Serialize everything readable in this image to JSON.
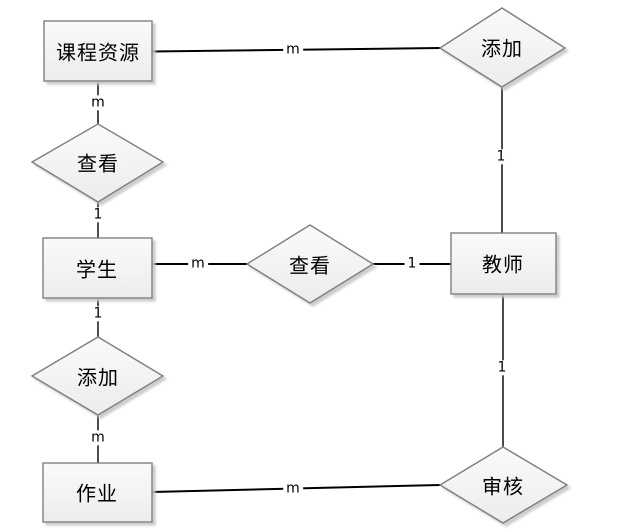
{
  "colors": {
    "background": "#ffffff",
    "shape_fill_top": "#fafafa",
    "shape_fill_bottom": "#ececec",
    "shape_border": "#7f7f7f",
    "connector": "#000000",
    "shadow": "#c8c8c8",
    "text": "#000000"
  },
  "entities": [
    {
      "id": "course-resource",
      "label": "课程资源"
    },
    {
      "id": "student",
      "label": "学生"
    },
    {
      "id": "teacher",
      "label": "教师"
    },
    {
      "id": "homework",
      "label": "作业"
    }
  ],
  "relationships": [
    {
      "id": "add-course",
      "label": "添加"
    },
    {
      "id": "view-course",
      "label": "查看"
    },
    {
      "id": "view-student-teacher",
      "label": "查看"
    },
    {
      "id": "add-homework",
      "label": "添加"
    },
    {
      "id": "review-homework",
      "label": "审核"
    }
  ],
  "cardinalities": [
    {
      "edge": "course-to-add",
      "label": "m"
    },
    {
      "edge": "course-to-view",
      "label": "m"
    },
    {
      "edge": "view-to-student",
      "label": "1"
    },
    {
      "edge": "student-to-view",
      "label": "m"
    },
    {
      "edge": "view-to-teacher",
      "label": "1"
    },
    {
      "edge": "add-to-teacher",
      "label": "1"
    },
    {
      "edge": "teacher-to-review",
      "label": "1"
    },
    {
      "edge": "student-to-add",
      "label": "1"
    },
    {
      "edge": "add-to-homework",
      "label": "m"
    },
    {
      "edge": "homework-to-review",
      "label": "m"
    }
  ]
}
